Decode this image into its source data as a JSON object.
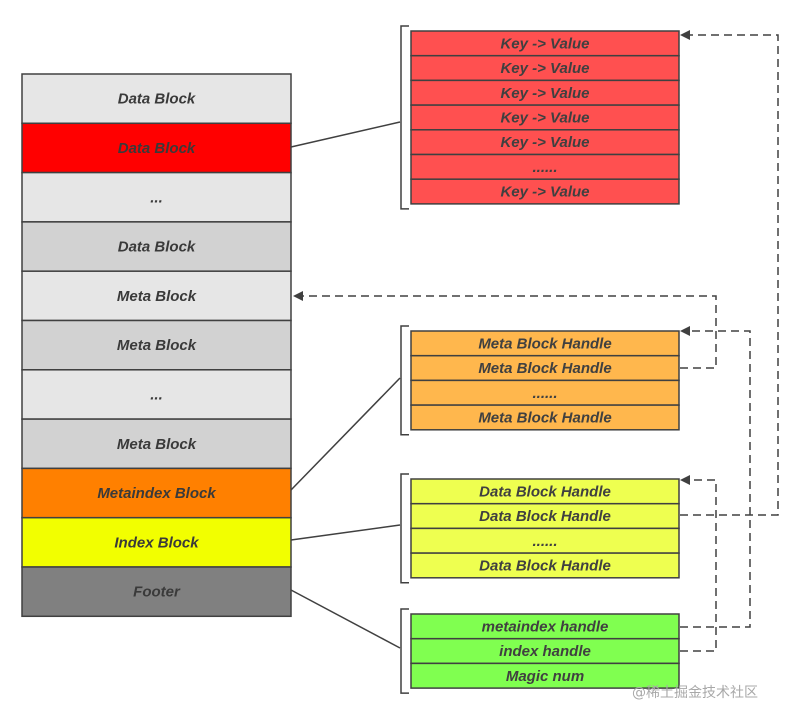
{
  "sstable": {
    "blocks": [
      {
        "label": "Data Block",
        "color": "#e6e6e6"
      },
      {
        "label": "Data Block",
        "color": "#ff0000"
      },
      {
        "label": "...",
        "color": "#e6e6e6"
      },
      {
        "label": "Data Block",
        "color": "#d2d2d2"
      },
      {
        "label": "Meta Block",
        "color": "#e6e6e6"
      },
      {
        "label": "Meta Block",
        "color": "#d2d2d2"
      },
      {
        "label": "...",
        "color": "#e6e6e6"
      },
      {
        "label": "Meta Block",
        "color": "#d2d2d2"
      },
      {
        "label": "Metaindex Block",
        "color": "#ff8000"
      },
      {
        "label": "Index Block",
        "color": "#f2ff00"
      },
      {
        "label": "Footer",
        "color": "#808080"
      }
    ]
  },
  "data_block_detail": {
    "color": "#ff5050",
    "rows": [
      "Key -> Value",
      "Key -> Value",
      "Key -> Value",
      "Key -> Value",
      "Key -> Value",
      "......",
      "Key -> Value"
    ]
  },
  "metaindex_detail": {
    "color": "#ffb74d",
    "rows": [
      "Meta Block Handle",
      "Meta Block  Handle",
      "......",
      "Meta Block  Handle"
    ]
  },
  "index_detail": {
    "color": "#eeff50",
    "rows": [
      "Data Block Handle",
      "Data Block Handle",
      "......",
      "Data Block Handle"
    ]
  },
  "footer_detail": {
    "color": "#80ff50",
    "rows": [
      "metaindex handle",
      "index handle",
      "Magic num"
    ]
  },
  "watermark": "@稀土掘金技术社区"
}
